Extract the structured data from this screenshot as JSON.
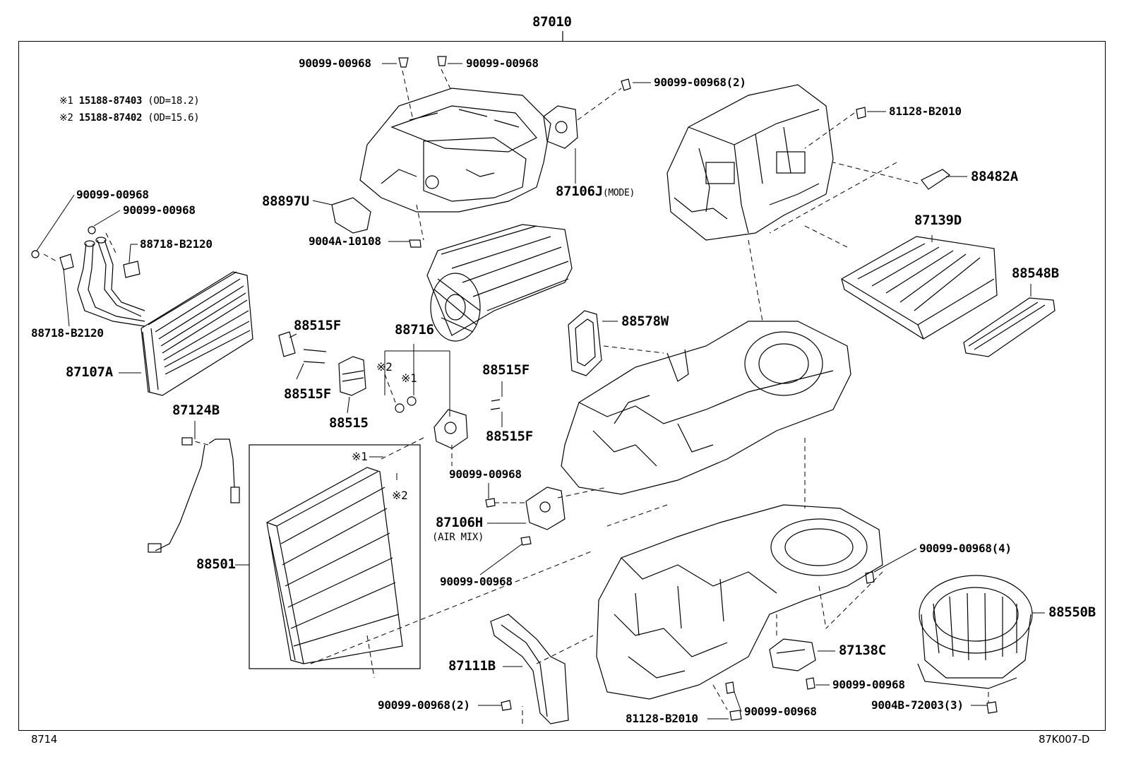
{
  "assembly": "87010",
  "notes": [
    {
      "mark": "※1",
      "part": "15188-87403",
      "spec": "(OD=18.2)"
    },
    {
      "mark": "※2",
      "part": "15188-87402",
      "spec": "(OD=15.6)"
    }
  ],
  "labels": {
    "top_screw_a": "90099-00968",
    "top_screw_b": "90099-00968",
    "mode_screw": "90099-00968(2)",
    "case_clip_top": "81128-B2010",
    "sensor": "88482A",
    "filter": "87139D",
    "filter_cover": "88548B",
    "heater_screw_a": "90099-00968",
    "heater_screw_b": "90099-00968",
    "heater_clamp_a": "88718-B2120",
    "heater_clamp_b": "88718-B2120",
    "heater_core": "87107A",
    "servo_88897U": "88897U",
    "screw_9004A": "9004A-10108",
    "mode_servo": "87106J",
    "mode_servo_note": "(MODE)",
    "exp_bolt_1": "88515F",
    "exp_bolt_2": "88515F",
    "exp_bolt_3": "88515F",
    "exp_bolt_4": "88515F",
    "exp_valve": "88515",
    "oring_set": "88716",
    "oring_mark2": "※2",
    "oring_mark1": "※1",
    "seal": "88578W",
    "thermistor": "87124B",
    "evap_mark1": "※1",
    "evap_mark2": "※2",
    "evaporator": "88501",
    "airmix_screw_top": "90099-00968",
    "airmix_servo": "87106H",
    "airmix_note": "(AIR MIX)",
    "airmix_screw_bottom": "90099-00968",
    "lower_screw_4": "90099-00968(4)",
    "blower": "88550B",
    "resistor": "87138C",
    "resistor_screw": "90099-00968",
    "duct": "87111B",
    "duct_screw": "90099-00968(2)",
    "clip_bottom": "81128-B2010",
    "case_screw_bottom": "90099-00968",
    "blower_screw": "9004B-72003(3)"
  },
  "footer": {
    "left": "8714",
    "right": "87K007-D"
  }
}
